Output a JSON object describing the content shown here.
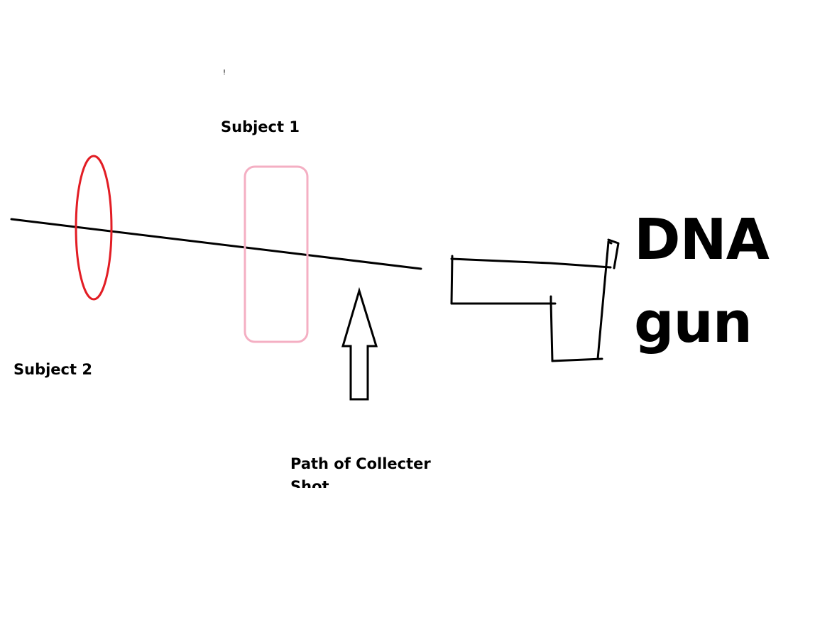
{
  "labels": {
    "tiny_mark": "!",
    "subject1": "Subject 1",
    "subject2": "Subject 2",
    "path": "Path of Collecter Shot",
    "gun_title_line1": "DNA",
    "gun_title_line2": "gun"
  },
  "colors": {
    "line": "#000000",
    "subject1_outline": "#f4afc3",
    "subject2_outline": "#e21d24",
    "background": "#ffffff"
  },
  "icons": {
    "gun": "pistol-outline",
    "arrow": "up-arrow-outline"
  }
}
